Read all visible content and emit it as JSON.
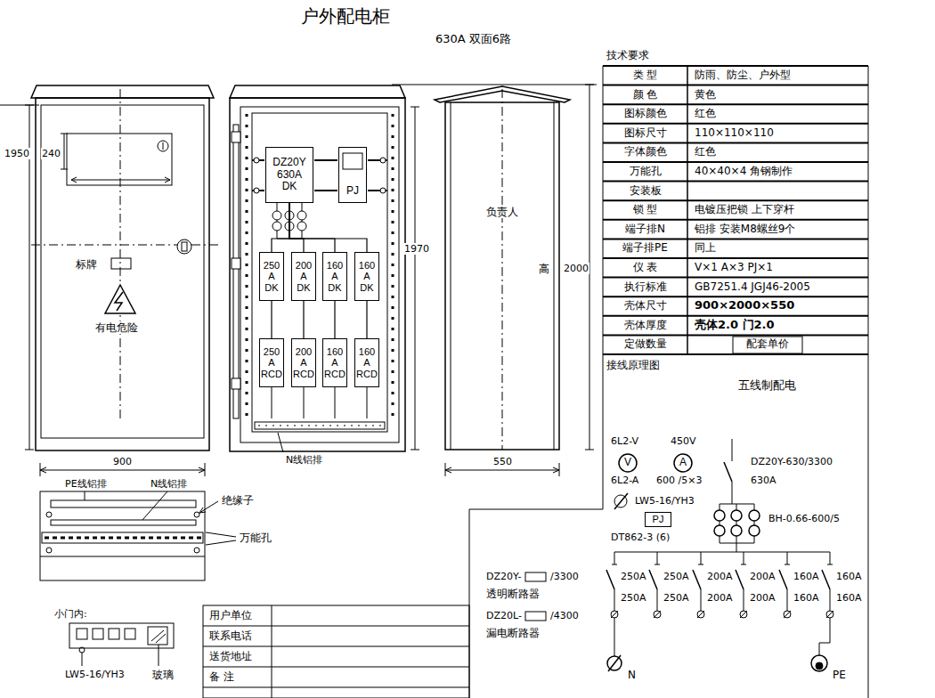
{
  "diagram": {
    "title": "户外配电柜",
    "nodes": [
      {
        "text": [
          "DZ20Y 630A DK"
        ]
      },
      {
        "text": [
          "PJ"
        ]
      },
      {
        "text": [
          "250 A DK"
        ]
      },
      {
        "text": [
          "200 A DK"
        ]
      },
      {
        "text": [
          "160 A DK"
        ]
      },
      {
        "text": [
          "160 A DK"
        ]
      },
      {
        "text": [
          "250 A RCD"
        ]
      },
      {
        "text": [
          "200 A RCD"
        ]
      },
      {
        "text": [
          "160 A RCD"
        ]
      },
      {
        "text": [
          "160 A RCD"
        ]
      },
      {
        "text": [
          "V"
        ]
      },
      {
        "text": [
          "A"
        ]
      },
      {
        "text": [
          "PJ"
        ]
      }
    ],
    "edges": [
      {
        "from": 0,
        "to": 2,
        "arrow": "none"
      },
      {
        "from": 0,
        "to": 3,
        "arrow": "none"
      },
      {
        "from": 0,
        "to": 4,
        "arrow": "none"
      },
      {
        "from": 0,
        "to": 5,
        "arrow": "none"
      },
      {
        "from": 2,
        "to": 6,
        "arrow": "none"
      },
      {
        "from": 3,
        "to": 7,
        "arrow": "none"
      },
      {
        "from": 4,
        "to": 8,
        "arrow": "none"
      },
      {
        "from": 5,
        "to": 9,
        "arrow": "none"
      }
    ],
    "labels": [
      "630A 双面6路",
      "1950",
      "240",
      "标牌",
      "有电危险",
      "1970",
      "负责人",
      "高",
      "2000",
      "N线铝排",
      "900",
      "550",
      "PE线铝排",
      "N线铝排",
      "绝缘子",
      "万能孔",
      "小门内:",
      "LW5-16/YH3",
      "玻璃",
      "用户单位",
      "联系电话",
      "送货地址",
      "备 注",
      "技术要求",
      "类 型",
      "防雨、防尘、户外型",
      "颜 色",
      "黄色",
      "图标颜色",
      "红色",
      "图标尺寸",
      "110×110×110",
      "字体颜色",
      "红色",
      "万能孔",
      "40×40×4 角钢制作",
      "安装板",
      "锁 型",
      "电镀压把锁 上下穿杆",
      "端子排N",
      "铝排 安装M8螺丝9个",
      "端子排PE",
      "同上",
      "仪 表",
      "V×1 A×3 PJ×1",
      "执行标准",
      "GB7251.4 JGJ46-2005",
      "壳体尺寸",
      "900×2000×550",
      "壳体厚度",
      "壳体2.0 门2.0",
      "定做数量",
      "配套单价",
      "接线原理图",
      "五线制配电",
      "6L2-V",
      "450V",
      "6L2-A",
      "600 /5×3",
      "LW5-16/YH3",
      "DT862-3 (6)",
      "DZ20Y-630/3300",
      "630A",
      "BH-0.66-600/5",
      "250A",
      "250A",
      "200A",
      "200A",
      "160A",
      "160A",
      "250A",
      "250A",
      "200A",
      "200A",
      "160A",
      "160A",
      "DZ20Y-",
      "/3300",
      "透明断路器",
      "DZ20L-",
      "/4300",
      "漏电断路器",
      "N",
      "PE"
    ]
  }
}
